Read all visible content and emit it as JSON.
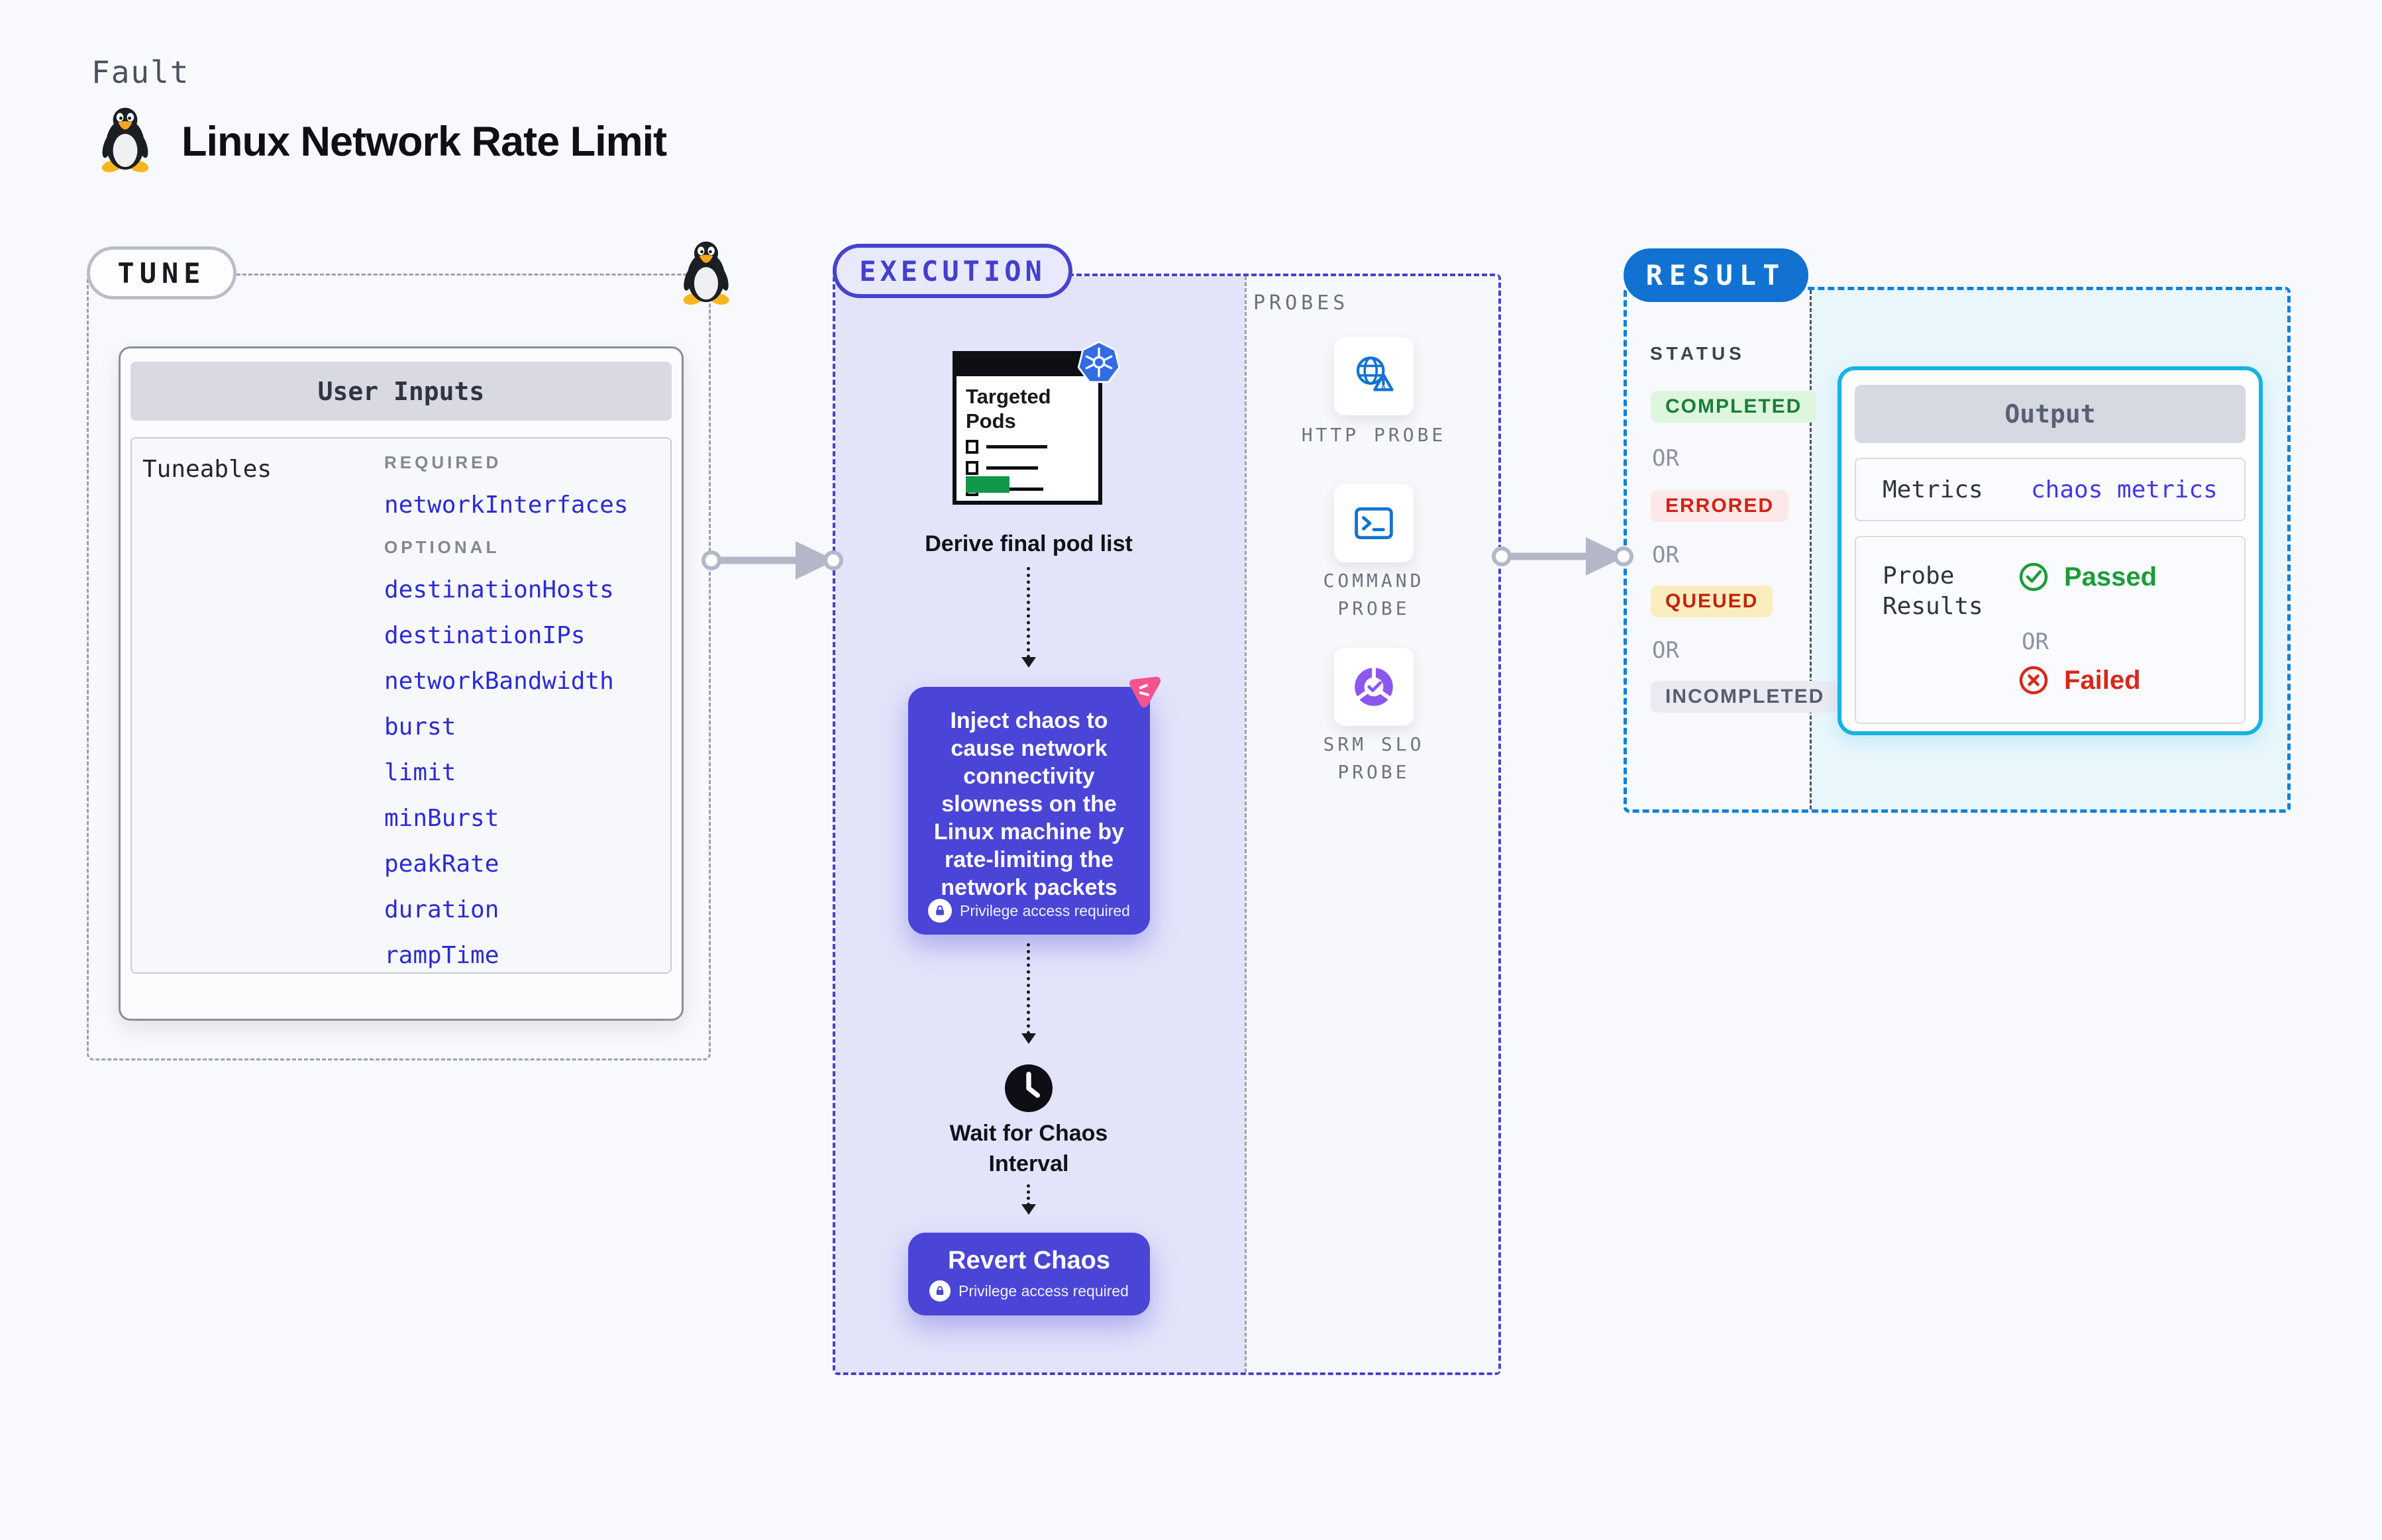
{
  "header": {
    "kicker": "Fault",
    "title": "Linux Network Rate Limit"
  },
  "tune": {
    "label": "TUNE",
    "user_inputs_title": "User Inputs",
    "tuneables_label": "Tuneables",
    "required_label": "REQUIRED",
    "required_params": [
      "networkInterfaces"
    ],
    "optional_label": "OPTIONAL",
    "optional_params": [
      "destinationHosts",
      "destinationIPs",
      "networkBandwidth",
      "burst",
      "limit",
      "minBurst",
      "peakRate",
      "duration",
      "rampTime"
    ]
  },
  "execution": {
    "label": "EXECUTION",
    "targeted_pods_title": "Targeted Pods",
    "steps": {
      "derive": "Derive final pod list",
      "inject": "Inject chaos to cause network connectivity slowness on the Linux machine by rate-limiting the network packets",
      "wait": "Wait for Chaos Interval",
      "revert": "Revert Chaos"
    },
    "privilege_note": "Privilege access required"
  },
  "probes": {
    "label": "PROBES",
    "items": [
      {
        "name": "HTTP PROBE",
        "icon": "globe-alert-icon"
      },
      {
        "name": "COMMAND PROBE",
        "icon": "terminal-icon"
      },
      {
        "name": "SRM SLO PROBE",
        "icon": "slo-donut-check-icon"
      }
    ]
  },
  "result": {
    "label": "RESULT",
    "status_label": "STATUS",
    "or_label": "OR",
    "statuses": [
      {
        "text": "COMPLETED",
        "fg": "#1a7f37",
        "bg": "#def5de"
      },
      {
        "text": "ERRORED",
        "fg": "#d12115",
        "bg": "#fce8e8"
      },
      {
        "text": "QUEUED",
        "fg": "#c32310",
        "bg": "#faeebf"
      },
      {
        "text": "INCOMPLETED",
        "fg": "#575c6f",
        "bg": "#eaebf2"
      }
    ],
    "output": {
      "title": "Output",
      "metrics_label": "Metrics",
      "metrics_value": "chaos metrics",
      "probe_results_label": "Probe Results",
      "passed_label": "Passed",
      "failed_label": "Failed"
    }
  },
  "colors": {
    "page_bg": "#f8f9fc",
    "accent_indigo": "#4742cf",
    "chaos_box": "#4a45d6",
    "lavender_fill": "#e3e3fa",
    "result_pill_blue": "#1172d2",
    "result_border_blue": "#0d82dd",
    "output_border_cyan": "#17b2e2",
    "param_blue": "#2b2bd5",
    "metrics_value_blue": "#4638e2",
    "passed_green": "#1c9c38",
    "failed_red": "#d8281a",
    "kubernetes_blue": "#326ce5",
    "probe_icon_blue": "#1273d2",
    "slo_purple": "#8a57f0",
    "pink_badge": "#f4548e"
  }
}
